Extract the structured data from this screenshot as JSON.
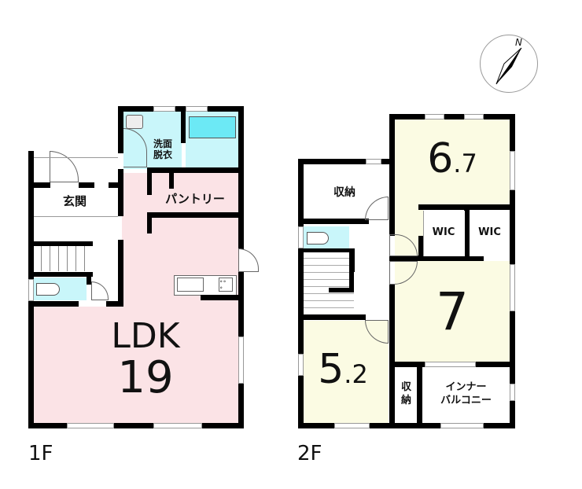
{
  "floors": [
    {
      "label": "1F",
      "rooms": {
        "ldk_name": "LDK",
        "ldk_size": "19",
        "washroom": "洗面\n脱衣",
        "washroom_line1": "洗面",
        "washroom_line2": "脱衣",
        "pantry": "パントリー",
        "entrance": "玄関"
      }
    },
    {
      "label": "2F",
      "rooms": {
        "room_a_size": "6",
        "room_a_decimal": ".7",
        "wic_1": "WIC",
        "wic_2": "WIC",
        "room_b_size": "7",
        "room_c_size": "5",
        "room_c_decimal": ".2",
        "storage_1": "収納",
        "storage_2_line1": "収",
        "storage_2_line2": "納",
        "balcony_line1": "インナー",
        "balcony_line2": "バルコニー"
      }
    }
  ],
  "compass": {
    "north_label": "N"
  },
  "colors": {
    "ldk": "#fbe3e6",
    "wet": "#c9f6fa",
    "bedroom": "#fbfbe3",
    "wall": "#000000"
  }
}
